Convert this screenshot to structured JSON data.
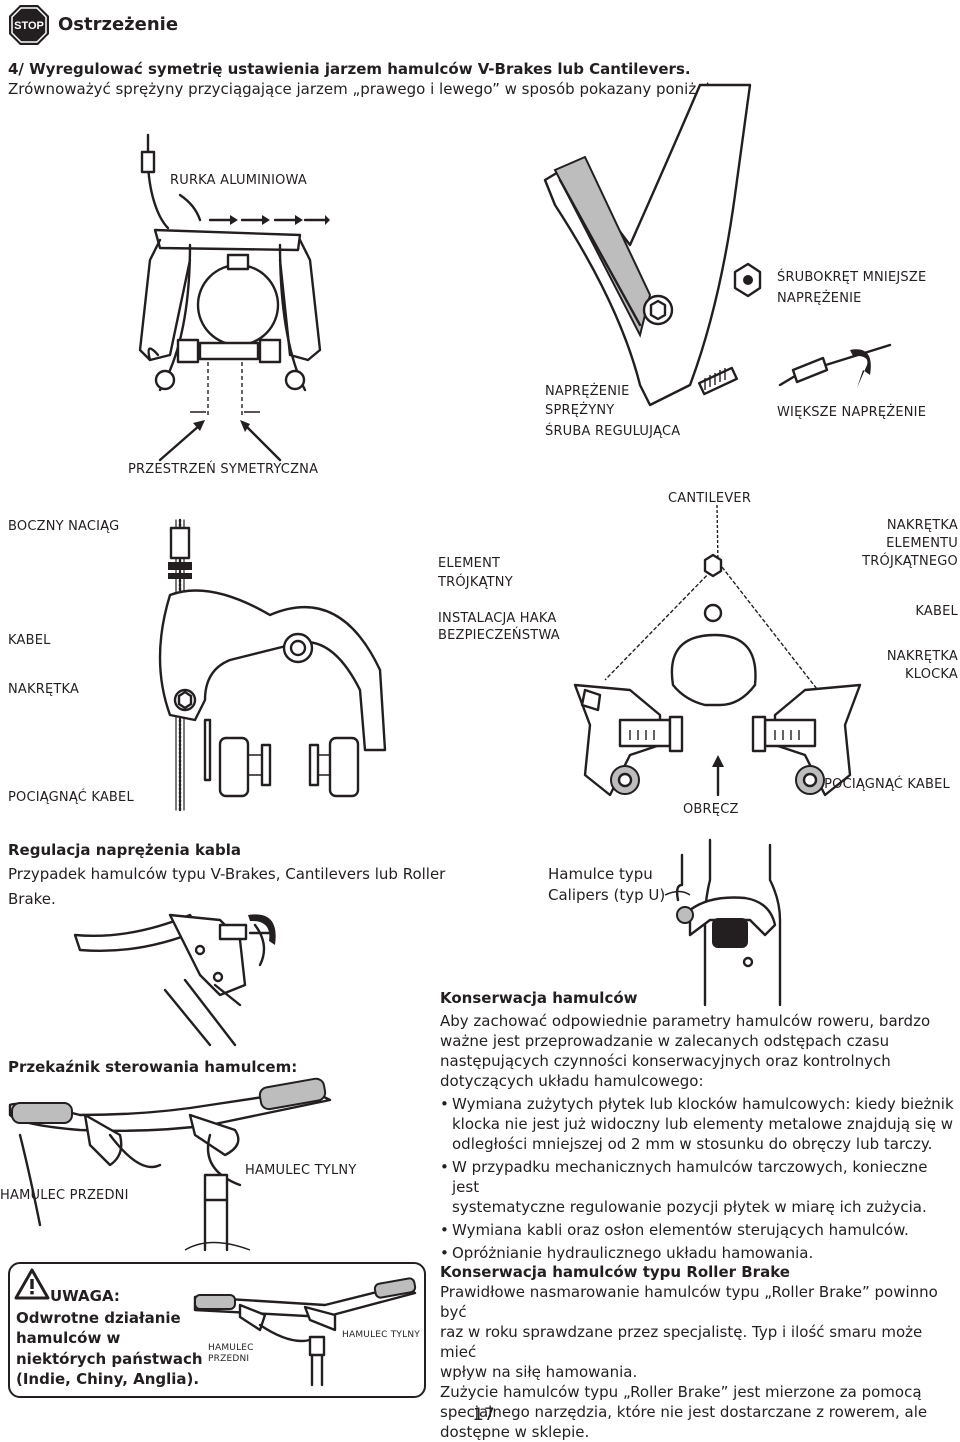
{
  "header": {
    "stop_icon_text": "STOP",
    "title": "Ostrzeżenie"
  },
  "intro": {
    "line1": "4/ Wyregulować symetrię ustawienia jarzem hamulców V-Brakes lub Cantilevers.",
    "line2": "Zrównoważyć sprężyny przyciągające jarzem „prawego i lewego” w sposób pokazany poniżej:"
  },
  "fig1": {
    "rurka": "RURKA ALUMINIOWA",
    "przestrzen": "PRZESTRZEŃ SYMETRYCZNA",
    "srubokret1": "ŚRUBOKRĘT  MNIEJSZE",
    "srubokret2": "NAPRĘŻENIE",
    "naprezenie1": "NAPRĘŻENIE",
    "naprezenie2": "SPRĘŻYNY",
    "naprezenie3": "ŚRUBA REGULUJĄCA",
    "wieksze": "WIĘKSZE NAPRĘŻENIE"
  },
  "fig2": {
    "boczny": "BOCZNY NACIĄG",
    "kabel_left": "KABEL",
    "nakretka_left": "NAKRĘTKA",
    "pociagnac_left": "POCIĄGNĄĆ KABEL",
    "element1": "ELEMENT",
    "element2": "TRÓJKĄTNY",
    "instalacja1": "INSTALACJA HAKA",
    "instalacja2": "BEZPIECZEŃSTWA",
    "cantilever": "CANTILEVER",
    "nakretka_el1": "NAKRĘTKA",
    "nakretka_el2": "ELEMENTU",
    "nakretka_el3": "TRÓJKĄTNEGO",
    "kabel_right": "KABEL",
    "nakretka_kl1": "NAKRĘTKA",
    "nakretka_kl2": "KLOCKA",
    "obrecz": "OBRĘCZ",
    "pociagnac_right": "POCIĄGNĄĆ KABEL"
  },
  "regulacja": {
    "title": "Regulacja naprężenia kabla",
    "line1": "Przypadek hamulców typu V-Brakes, Cantilevers lub Roller",
    "line2": "Brake."
  },
  "calipers": {
    "line1": "Hamulce typu",
    "line2": "Calipers (typ U)"
  },
  "przekaznik": {
    "title": "Przekaźnik sterowania hamulcem:",
    "przedni": "HAMULEC PRZEDNI",
    "tylny": "HAMULEC TYLNY"
  },
  "uwaga": {
    "title": "UWAGA:",
    "line1": "Odwrotne działanie",
    "line2": "hamulców w",
    "line3": "niektórych państwach",
    "line4": "(Indie, Chiny, Anglia).",
    "przedni1": "HAMULEC",
    "przedni2": "PRZEDNI",
    "tylny": "HAMULEC TYLNY"
  },
  "konserwacja": {
    "title": "Konserwacja hamulców",
    "p1": "Aby zachować odpowiednie parametry hamulców roweru, bardzo",
    "p2": "ważne jest przeprowadzanie w zalecanych odstępach czasu",
    "p3": "następujących czynności konserwacyjnych oraz kontrolnych",
    "p4": "dotyczących układu hamulcowego:",
    "b1a": "Wymiana zużytych płytek lub klocków hamulcowych: kiedy bieżnik",
    "b1b": "klocka nie jest już widoczny lub elementy metalowe znajdują się w",
    "b1c": "odległości mniejszej od 2 mm w stosunku do obręczy lub tarczy.",
    "b2a": "W przypadku mechanicznych hamulców tarczowych, konieczne jest",
    "b2b": "systematyczne regulowanie pozycji płytek w miarę ich zużycia.",
    "b3": "Wymiana kabli oraz osłon elementów sterujących hamulców.",
    "b4": "Opróżnianie hydraulicznego układu hamowania."
  },
  "roller": {
    "title": "Konserwacja hamulców typu Roller Brake",
    "l1": "Prawidłowe nasmarowanie hamulców typu „Roller Brake” powinno być",
    "l2": "raz w roku sprawdzane przez specjalistę. Typ i ilość smaru może mieć",
    "l3": "wpływ na siłę hamowania.",
    "l4": "Zużycie hamulców typu „Roller Brake” jest mierzone za pomocą",
    "l5": "specjalnego narzędzia, które nie jest dostarczane z rowerem, ale",
    "l6": "dostępne w sklepie."
  },
  "page_number": "17"
}
